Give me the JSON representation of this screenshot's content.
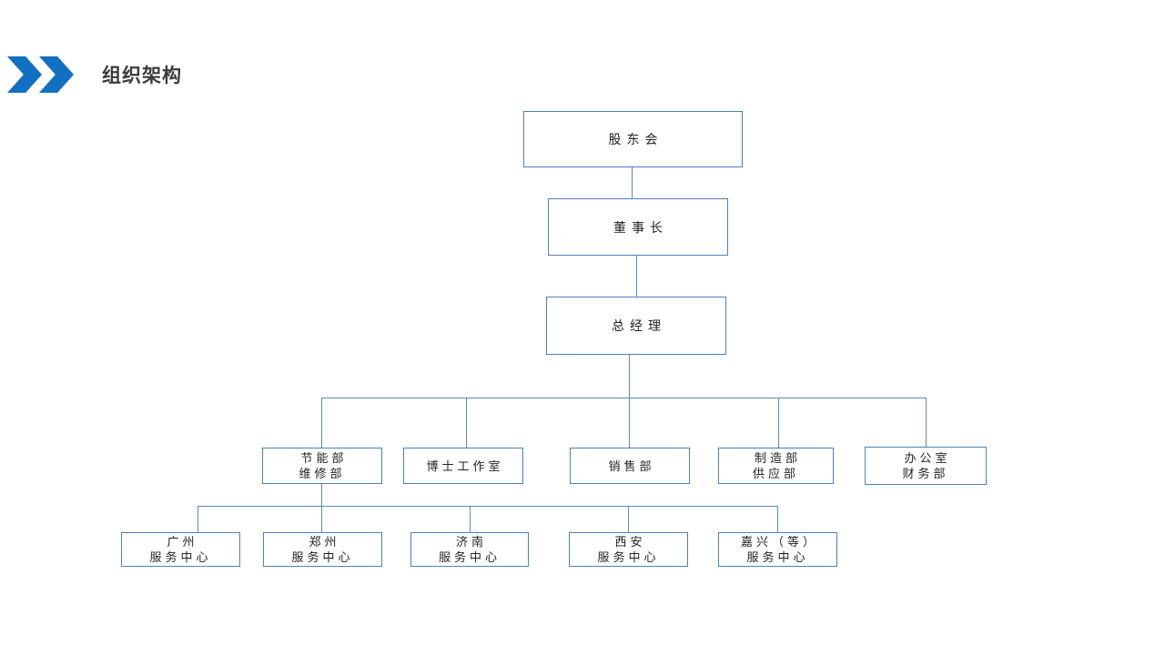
{
  "header": {
    "title": "组织架构",
    "marker_icon": "double-right-chevron"
  },
  "colors": {
    "chevron_blue": "#1270c2",
    "box_border": "#4d80b9",
    "connector": "#5d89b8",
    "title_text": "#3b3b3b",
    "node_text": "#222222"
  },
  "org_chart": {
    "type": "org-tree",
    "root": {
      "label": "股东会"
    },
    "chairman": {
      "label": "董事长"
    },
    "general_manager": {
      "label": "总经理"
    },
    "departments": [
      {
        "label": "节能部\n维修部"
      },
      {
        "label": "博士工作室"
      },
      {
        "label": "销售部"
      },
      {
        "label": "制造部\n供应部"
      },
      {
        "label": "办公室\n财务部"
      }
    ],
    "service_centers": [
      {
        "label": "广州\n服务中心"
      },
      {
        "label": "郑州\n服务中心"
      },
      {
        "label": "济南\n服务中心"
      },
      {
        "label": "西安\n服务中心"
      },
      {
        "label": "嘉兴（等）\n服务中心"
      }
    ]
  }
}
